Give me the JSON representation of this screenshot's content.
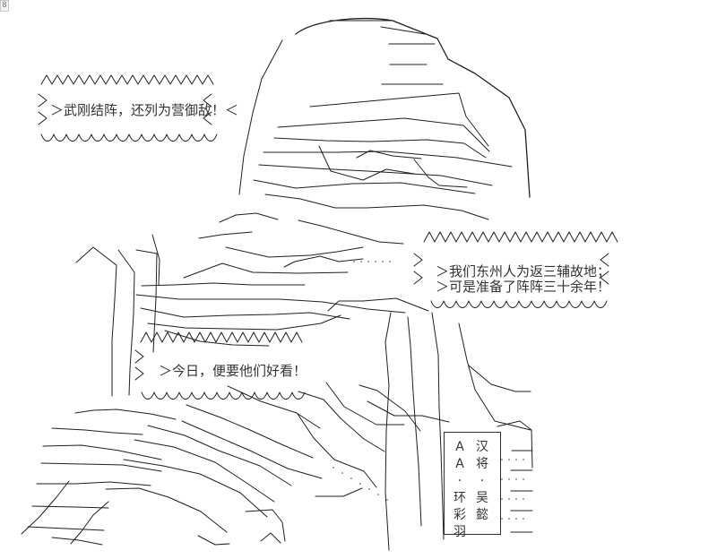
{
  "page_number": "8",
  "speech": {
    "first": "＞武刚结阵，还列为营御敌！＜",
    "second_line_one": "＞我们东州人为返三辅故地；",
    "second_line_two": "＞可是准备了阵阵三十余年！",
    "third": "＞今日，便要他们好看！"
  },
  "caption": {
    "left_column": [
      "A",
      "A",
      "·",
      "环",
      "彩",
      "羽"
    ],
    "right_column": [
      "汉",
      "将",
      "·",
      "吴",
      "懿"
    ]
  }
}
